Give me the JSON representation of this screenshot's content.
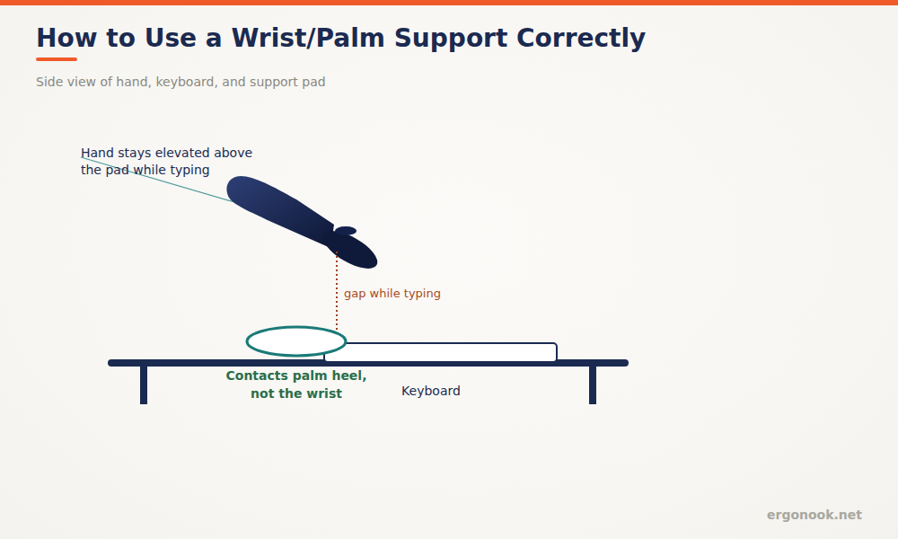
{
  "diagram": {
    "title": "How to Use a Wrist/Palm Support Correctly",
    "caption": "Side view of hand, keyboard, and support pad",
    "labels": [
      "Hand stays elevated above the pad while typing",
      "gap while typing",
      "Contacts palm heel, not the wrist",
      "Keyboard",
      "ergonook.net"
    ]
  }
}
